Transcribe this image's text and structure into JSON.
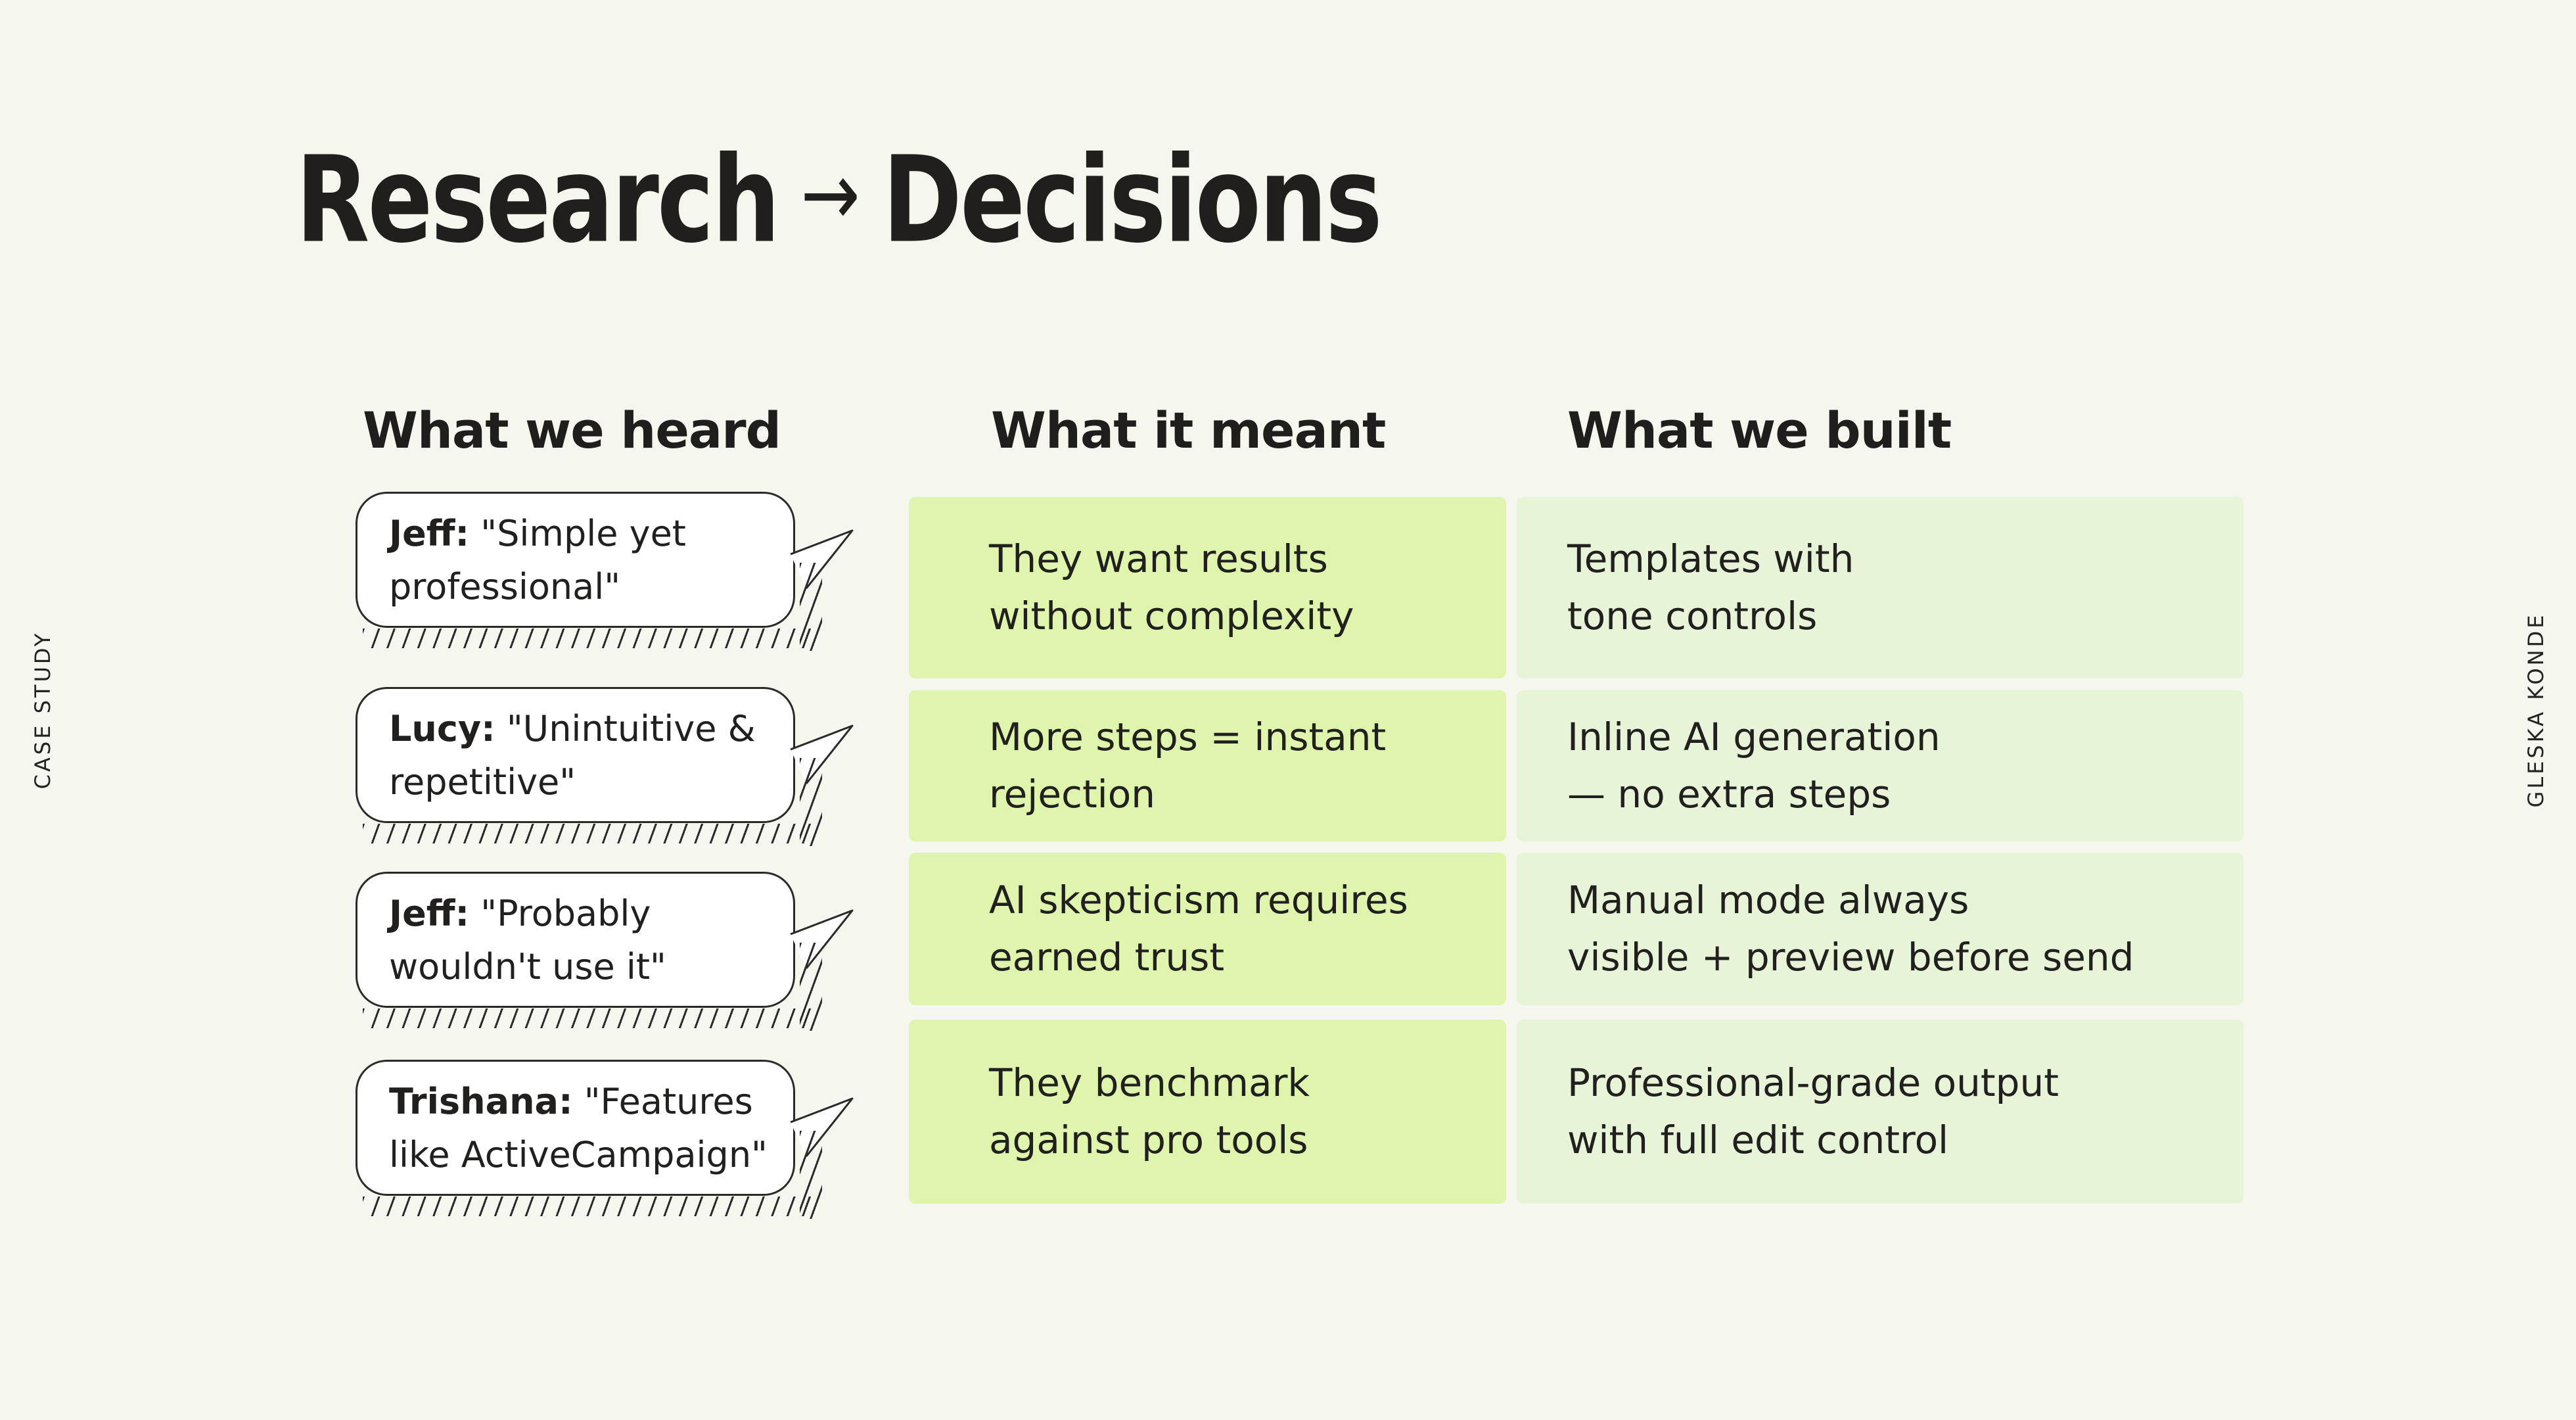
{
  "slide": {
    "title": {
      "part1": "Research",
      "arrow": "→",
      "part2": "Decisions"
    },
    "side_labels": {
      "left": "CASE STUDY",
      "right": "GLESKA KONDE"
    },
    "columns": {
      "heard": "What we heard",
      "meant": "What it meant",
      "built": "What we built"
    },
    "rows": [
      {
        "speaker": "Jeff:",
        "quote": "\"Simple yet\nprofessional\"",
        "meant": "They want results\nwithout complexity",
        "built": "Templates with\ntone controls"
      },
      {
        "speaker": "Lucy:",
        "quote": "\"Unintuitive &\nrepetitive\"",
        "meant": "More steps = instant\nrejection",
        "built": "Inline AI generation\n— no extra steps"
      },
      {
        "speaker": "Jeff:",
        "quote": "\"Probably\nwouldn't use it\"",
        "meant": "AI skepticism requires\nearned trust",
        "built": "Manual mode always\nvisible + preview before send"
      },
      {
        "speaker": "Trishana:",
        "quote": "\"Features\nlike ActiveCampaign\"",
        "meant": "They benchmark\nagainst pro tools",
        "built": "Professional-grade output\nwith full edit control"
      }
    ],
    "colors": {
      "background": "#f5f6ee",
      "meant_box": "#dff5ad",
      "built_box": "#e8f4d8",
      "text": "#21201e",
      "bubble_fill": "#ffffff",
      "bubble_stroke": "#2b2a28"
    }
  }
}
